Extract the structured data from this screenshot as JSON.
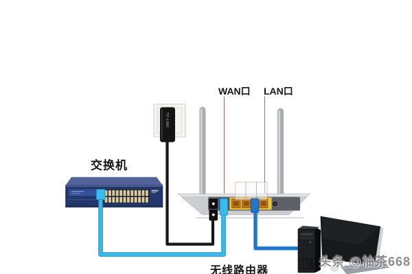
{
  "labels": {
    "switch": "交换机",
    "wan": "WAN口",
    "lan": "LAN口",
    "router": "无线路由器"
  },
  "wall_outlet": {
    "device_label": "TP-LINK"
  },
  "watermark": {
    "text": "头条 @柚茶668"
  },
  "colors": {
    "cable_cyan": "#3cbbe9",
    "cable_cyan_edge": "#1f93c9",
    "cable_blue": "#2277cc",
    "cable_black": "#161616",
    "leader_line": "#ad6a5f",
    "switch_navy": "#24376b",
    "switch_top": "#51639a",
    "port_beige": "#d9c9a3",
    "lan_yellow": "#e9c43e",
    "port_orange": "#c1781c",
    "wan_blue": "#2b66c0",
    "router_gray": "#cbcdd0",
    "router_panel": "#5d6167"
  }
}
